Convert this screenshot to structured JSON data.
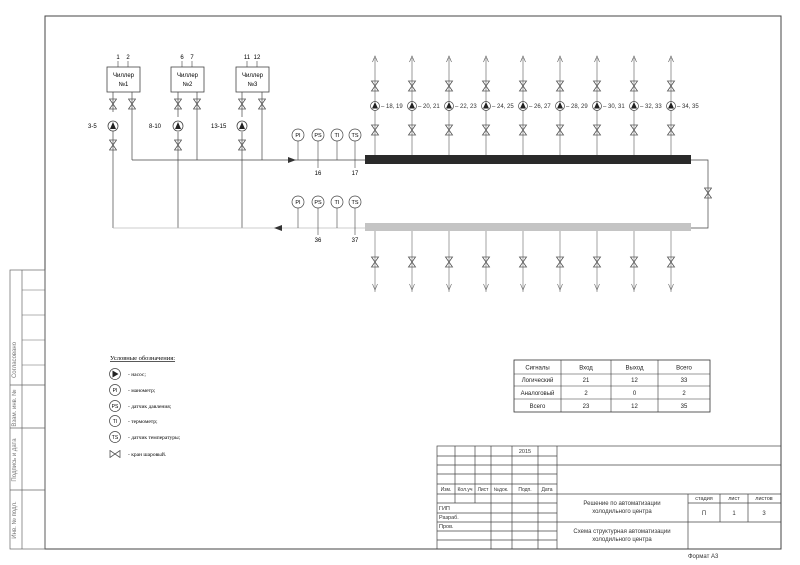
{
  "chillers": [
    {
      "line1": "Чиллер",
      "line2": "№1",
      "sig_a": "1",
      "sig_b": "2",
      "pump_label": "3-5"
    },
    {
      "line1": "Чиллер",
      "line2": "№2",
      "sig_a": "6",
      "sig_b": "7",
      "pump_label": "8-10"
    },
    {
      "line1": "Чиллер",
      "line2": "№3",
      "sig_a": "11",
      "sig_b": "12",
      "pump_label": "13-15"
    }
  ],
  "consumer_pumps": [
    "18, 19",
    "20, 21",
    "22, 23",
    "24, 25",
    "26, 27",
    "28, 29",
    "30, 31",
    "32, 33",
    "34, 35"
  ],
  "sensors_supply": {
    "labels": [
      "PI",
      "PS",
      "TI",
      "TS"
    ],
    "signal_a": "16",
    "signal_b": "17"
  },
  "sensors_return": {
    "labels": [
      "PI",
      "PS",
      "TI",
      "TS"
    ],
    "signal_a": "36",
    "signal_b": "37"
  },
  "colors": {
    "supply": "#2a2a2a",
    "return": "#c4c4c4",
    "line": "#333333"
  },
  "legend": {
    "title": "Условные обозначения:",
    "items": [
      {
        "symbol": "",
        "text": "- насос;"
      },
      {
        "symbol": "PI",
        "text": "- манометр;"
      },
      {
        "symbol": "PS",
        "text": "- датчик давления;"
      },
      {
        "symbol": "TI",
        "text": "- термометр;"
      },
      {
        "symbol": "TS",
        "text": "- датчик температуры;"
      },
      {
        "symbol": "",
        "text": "- кран шаровый."
      }
    ]
  },
  "signals_table": {
    "headers": [
      "Сигналы",
      "Вход",
      "Выход",
      "Всего"
    ],
    "rows": [
      [
        "Логический",
        "21",
        "12",
        "33"
      ],
      [
        "Аналоговый",
        "2",
        "0",
        "2"
      ],
      [
        "Всего",
        "23",
        "12",
        "35"
      ]
    ]
  },
  "title_block": {
    "year": "2015",
    "col_headers": [
      "Изм.",
      "Кол.уч",
      "Лист",
      "№док.",
      "Подп.",
      "Дата"
    ],
    "roles": [
      "ГИП",
      "Разраб.",
      "Пров."
    ],
    "project_line1": "Решение по автоматизации",
    "project_line2": "холодильного центра",
    "stage_headers": [
      "стадия",
      "лист",
      "листов"
    ],
    "stage_values": [
      "П",
      "1",
      "3"
    ],
    "sheet_line1": "Схема структурная автоматизации",
    "sheet_line2": "холодильного центра",
    "format": "Формат А3"
  },
  "margin_labels": [
    "Согласовано",
    "Взам. инв. №",
    "Подпись и дата",
    "Инв. № подл."
  ]
}
